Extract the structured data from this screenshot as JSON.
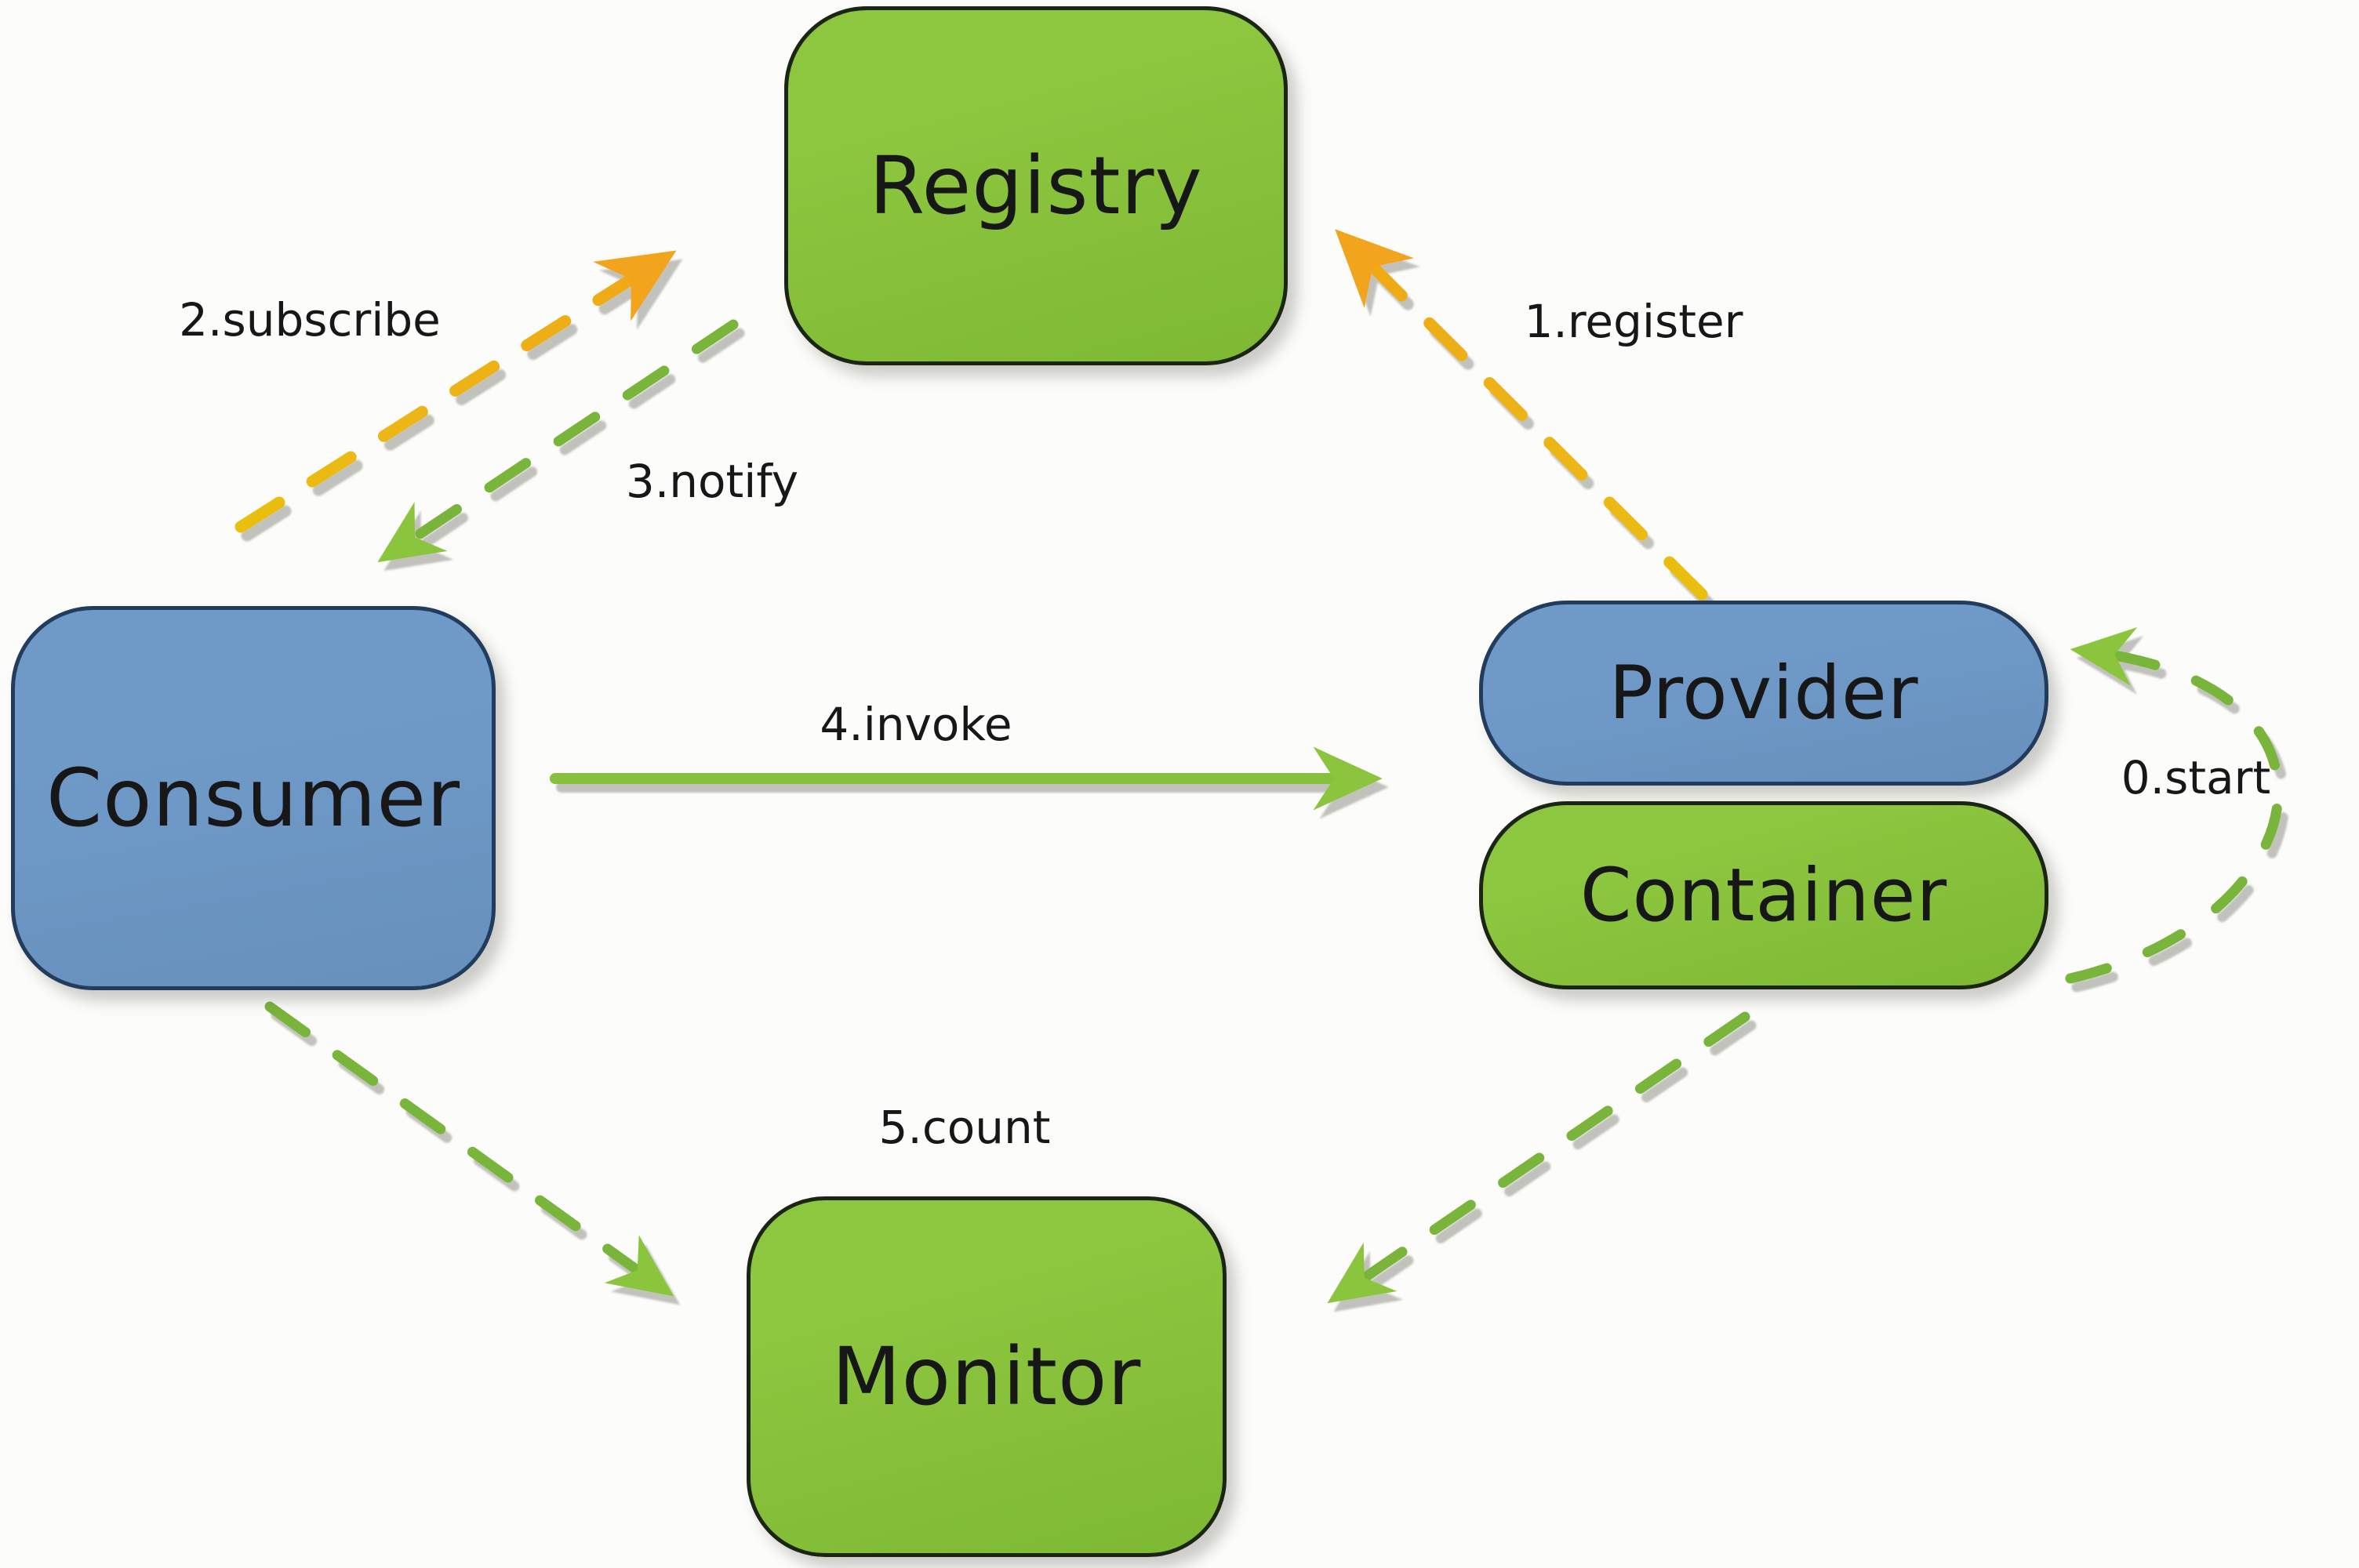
{
  "diagram": {
    "nodes": {
      "registry": {
        "label": "Registry",
        "fill": "#8dc63f",
        "shape": "rounded-rect"
      },
      "consumer": {
        "label": "Consumer",
        "fill": "#6f9ac8",
        "shape": "rounded-rect"
      },
      "provider": {
        "label": "Provider",
        "fill": "#6f9ac8",
        "shape": "pill"
      },
      "container": {
        "label": "Container",
        "fill": "#8dc63f",
        "shape": "pill"
      },
      "monitor": {
        "label": "Monitor",
        "fill": "#8dc63f",
        "shape": "rounded-rect"
      }
    },
    "edges": {
      "start": {
        "label": "0.start",
        "from": "container",
        "to": "provider",
        "style": "dashed",
        "color": "#79b43a"
      },
      "register": {
        "label": "1.register",
        "from": "provider",
        "to": "registry",
        "style": "dashed",
        "color": "#f0a818"
      },
      "subscribe": {
        "label": "2.subscribe",
        "from": "consumer",
        "to": "registry",
        "style": "dashed",
        "color": "#f0a818"
      },
      "notify": {
        "label": "3.notify",
        "from": "registry",
        "to": "consumer",
        "style": "dashed",
        "color": "#79b43a"
      },
      "invoke": {
        "label": "4.invoke",
        "from": "consumer",
        "to": "provider",
        "style": "solid",
        "color": "#87c03c"
      },
      "count": {
        "label": "5.count",
        "from": "consumer & provider",
        "to": "monitor",
        "style": "dashed",
        "color": "#79b43a"
      }
    },
    "colors": {
      "canvas_bg": "#fcfcfa",
      "green_fill": "#8dc63f",
      "green_fill_dark": "#7eb934",
      "green_border": "#1c2412",
      "blue_fill": "#6f9ac8",
      "blue_fill_dark": "#6890bc",
      "blue_border": "#223c5e",
      "text": "#171717",
      "orange_dash_start": "#eabf10",
      "orange_dash_end": "#f0a818",
      "orange_head": "#f2a41f",
      "green_dash": "#79b43a",
      "green_head": "#8bc53e",
      "green_solid": "#87c03c"
    }
  }
}
